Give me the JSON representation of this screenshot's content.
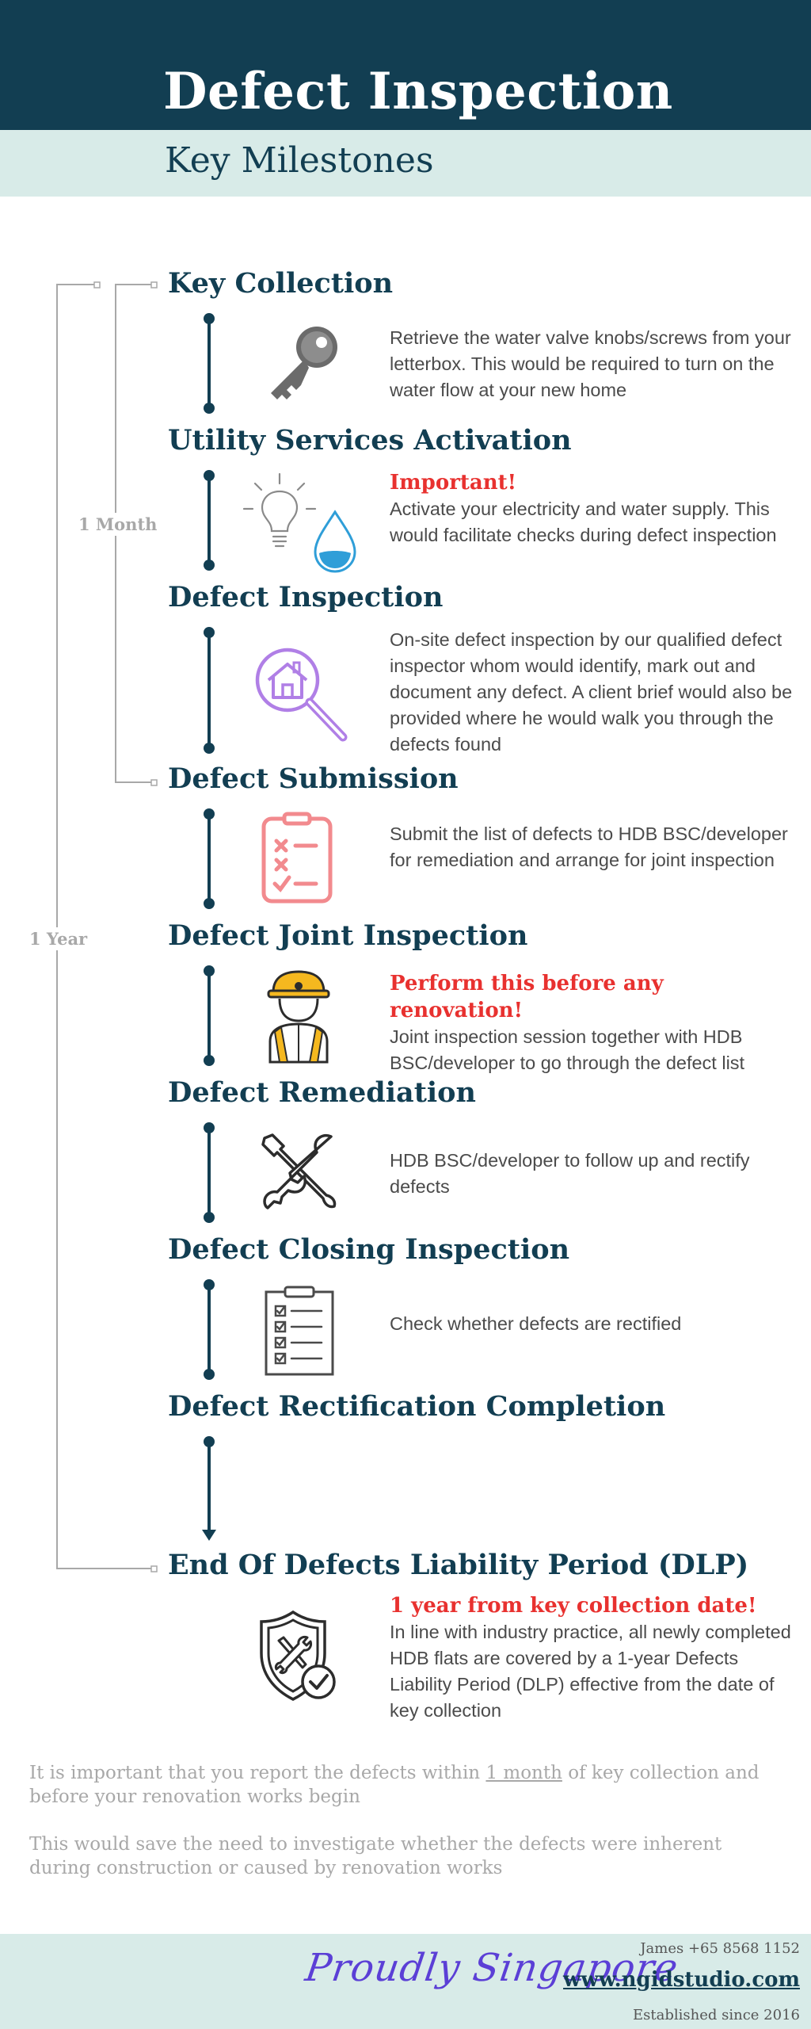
{
  "header": {
    "title": "Defect Inspection",
    "subtitle": "Key Milestones"
  },
  "timeline": {
    "outer_label": "1 Year",
    "inner_label": "1 Month"
  },
  "steps": [
    {
      "title": "Key Collection",
      "icon": "key-icon",
      "alert": "",
      "text": "Retrieve the water valve knobs/screws from your letterbox. This would be required to turn on the water flow at your new home"
    },
    {
      "title": "Utility Services Activation",
      "icon": "lightbulb-water-drop-icon",
      "alert": "Important!",
      "text": "Activate your electricity and water supply. This would facilitate checks during defect inspection"
    },
    {
      "title": "Defect Inspection",
      "icon": "house-magnifier-icon",
      "alert": "",
      "text": "On-site defect inspection by our qualified defect inspector whom would identify, mark out and document any defect. A client brief would also be provided where he would walk you through the defects found"
    },
    {
      "title": "Defect Submission",
      "icon": "checklist-clipboard-icon",
      "alert": "",
      "text": "Submit the list of defects to HDB BSC/developer for remediation and arrange for joint inspection"
    },
    {
      "title": "Defect Joint Inspection",
      "icon": "construction-worker-icon",
      "alert": "Perform this before any renovation!",
      "text": "Joint inspection session together with HDB BSC/developer to go through the defect list"
    },
    {
      "title": "Defect Remediation",
      "icon": "wrench-screwdriver-icon",
      "alert": "",
      "text": "HDB BSC/developer to follow up and rectify defects"
    },
    {
      "title": "Defect Closing Inspection",
      "icon": "clipboard-checklist-icon",
      "alert": "",
      "text": "Check whether defects are rectified"
    },
    {
      "title": "Defect Rectification Completion",
      "icon": "",
      "alert": "",
      "text": ""
    },
    {
      "title": "End Of Defects Liability Period (DLP)",
      "icon": "shield-tools-check-icon",
      "alert": "1 year from key collection date!",
      "text": "In line with industry practice, all newly completed HDB flats are covered by a 1-year Defects Liability Period (DLP) effective from the date of key collection"
    }
  ],
  "notes": {
    "note1_before": "It is important that you report the defects within ",
    "note1_highlight": "1 month",
    "note1_after": " of key collection and before your renovation works begin",
    "note2": "This would save the need to investigate whether the defects were inherent during construction or caused by renovation works"
  },
  "footer": {
    "signature": "Proudly Singapore",
    "contact": "James +65 8568 1152",
    "website": "www.ngidstudio.com",
    "established": "Established since 2016"
  },
  "colors": {
    "navy": "#123e52",
    "mint": "#d8ebe8",
    "alert_red": "#e8312f",
    "muted_grey": "#a8a8a8"
  }
}
